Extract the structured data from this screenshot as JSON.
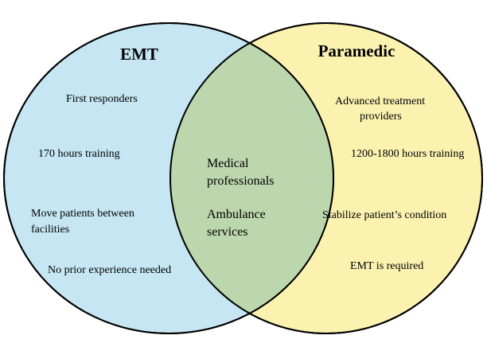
{
  "colors": {
    "left_fill": "#c5e6f2",
    "right_fill": "#fbf2b0",
    "overlap_fill": "#bcd7ae",
    "outline": "#000000"
  },
  "left": {
    "title": "EMT",
    "items": [
      "First responders",
      "170 hours training",
      "Move patients between",
      "facilities",
      "No prior experience needed"
    ]
  },
  "right": {
    "title": "Paramedic",
    "items": [
      "Advanced treatment",
      "providers",
      "1200-1800 hours training",
      "Stabilize patient’s condition",
      "EMT is required"
    ]
  },
  "shared": {
    "items": [
      "Medical",
      "professionals",
      "Ambulance",
      "services"
    ]
  }
}
